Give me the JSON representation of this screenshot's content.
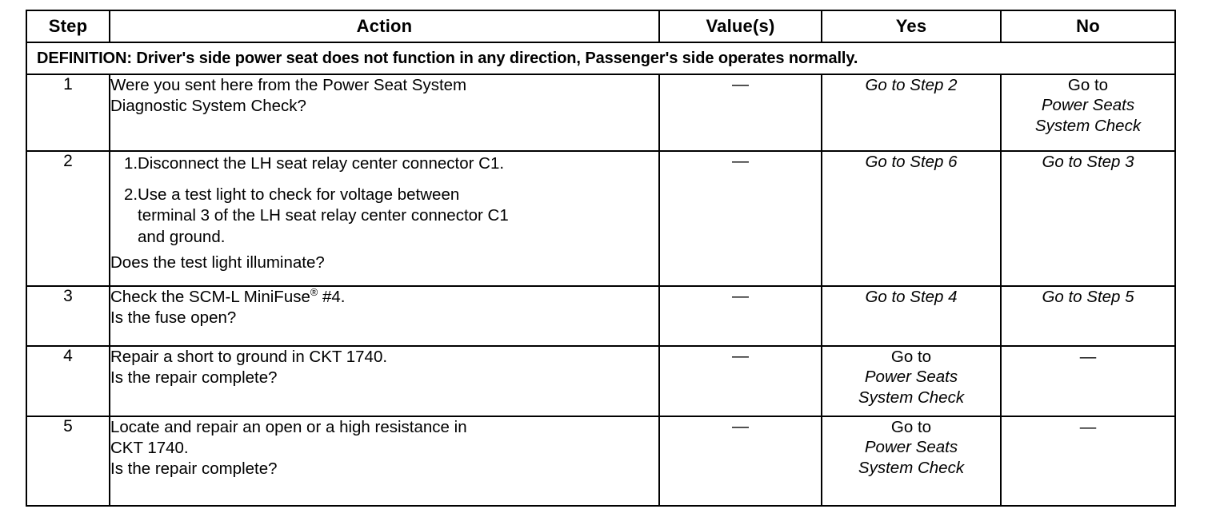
{
  "table": {
    "headers": {
      "step": "Step",
      "action": "Action",
      "value": "Value(s)",
      "yes": "Yes",
      "no": "No"
    },
    "definition": "DEFINITION: Driver's side power seat does not function in any direction, Passenger's side operates normally.",
    "dash": "—",
    "rows": [
      {
        "step": "1",
        "action_lines": [
          "Were you sent here from the Power Seat System",
          "Diagnostic System Check?"
        ],
        "value": "—",
        "yes": {
          "prefix": "",
          "italic": "Go to Step 2"
        },
        "no": {
          "prefix": "Go to",
          "italic_line1": "Power Seats",
          "italic_line2": "System Check"
        }
      },
      {
        "step": "2",
        "list": [
          {
            "num": "1.",
            "lines": [
              "Disconnect the LH seat relay center connector C1."
            ]
          },
          {
            "num": "2.",
            "lines": [
              "Use a test light to check for voltage between",
              "terminal 3 of the LH seat relay center connector C1",
              "and ground."
            ]
          }
        ],
        "question": "Does the test light illuminate?",
        "value": "—",
        "yes": {
          "prefix": "",
          "italic": "Go to Step 6"
        },
        "no": {
          "prefix": "",
          "italic": "Go to Step 3"
        }
      },
      {
        "step": "3",
        "action_lines": [
          "Check the SCM-L MiniFuse",
          " #4."
        ],
        "action_superscript": "®",
        "question": "Is the fuse open?",
        "value": "—",
        "yes": {
          "prefix": "",
          "italic": "Go to Step 4"
        },
        "no": {
          "prefix": "",
          "italic": "Go to Step 5"
        }
      },
      {
        "step": "4",
        "action_lines": [
          "Repair a short to ground in CKT 1740."
        ],
        "question": "Is the repair complete?",
        "value": "—",
        "yes": {
          "prefix": "Go to",
          "italic_line1": "Power Seats",
          "italic_line2": "System Check"
        },
        "no": {
          "dash": "—"
        }
      },
      {
        "step": "5",
        "action_lines": [
          "Locate and repair an open or a high resistance in",
          "CKT 1740."
        ],
        "question": "Is the repair complete?",
        "value": "—",
        "yes": {
          "prefix": "Go to",
          "italic_line1": "Power Seats",
          "italic_line2": "System Check"
        },
        "no": {
          "dash": "—"
        }
      }
    ]
  }
}
